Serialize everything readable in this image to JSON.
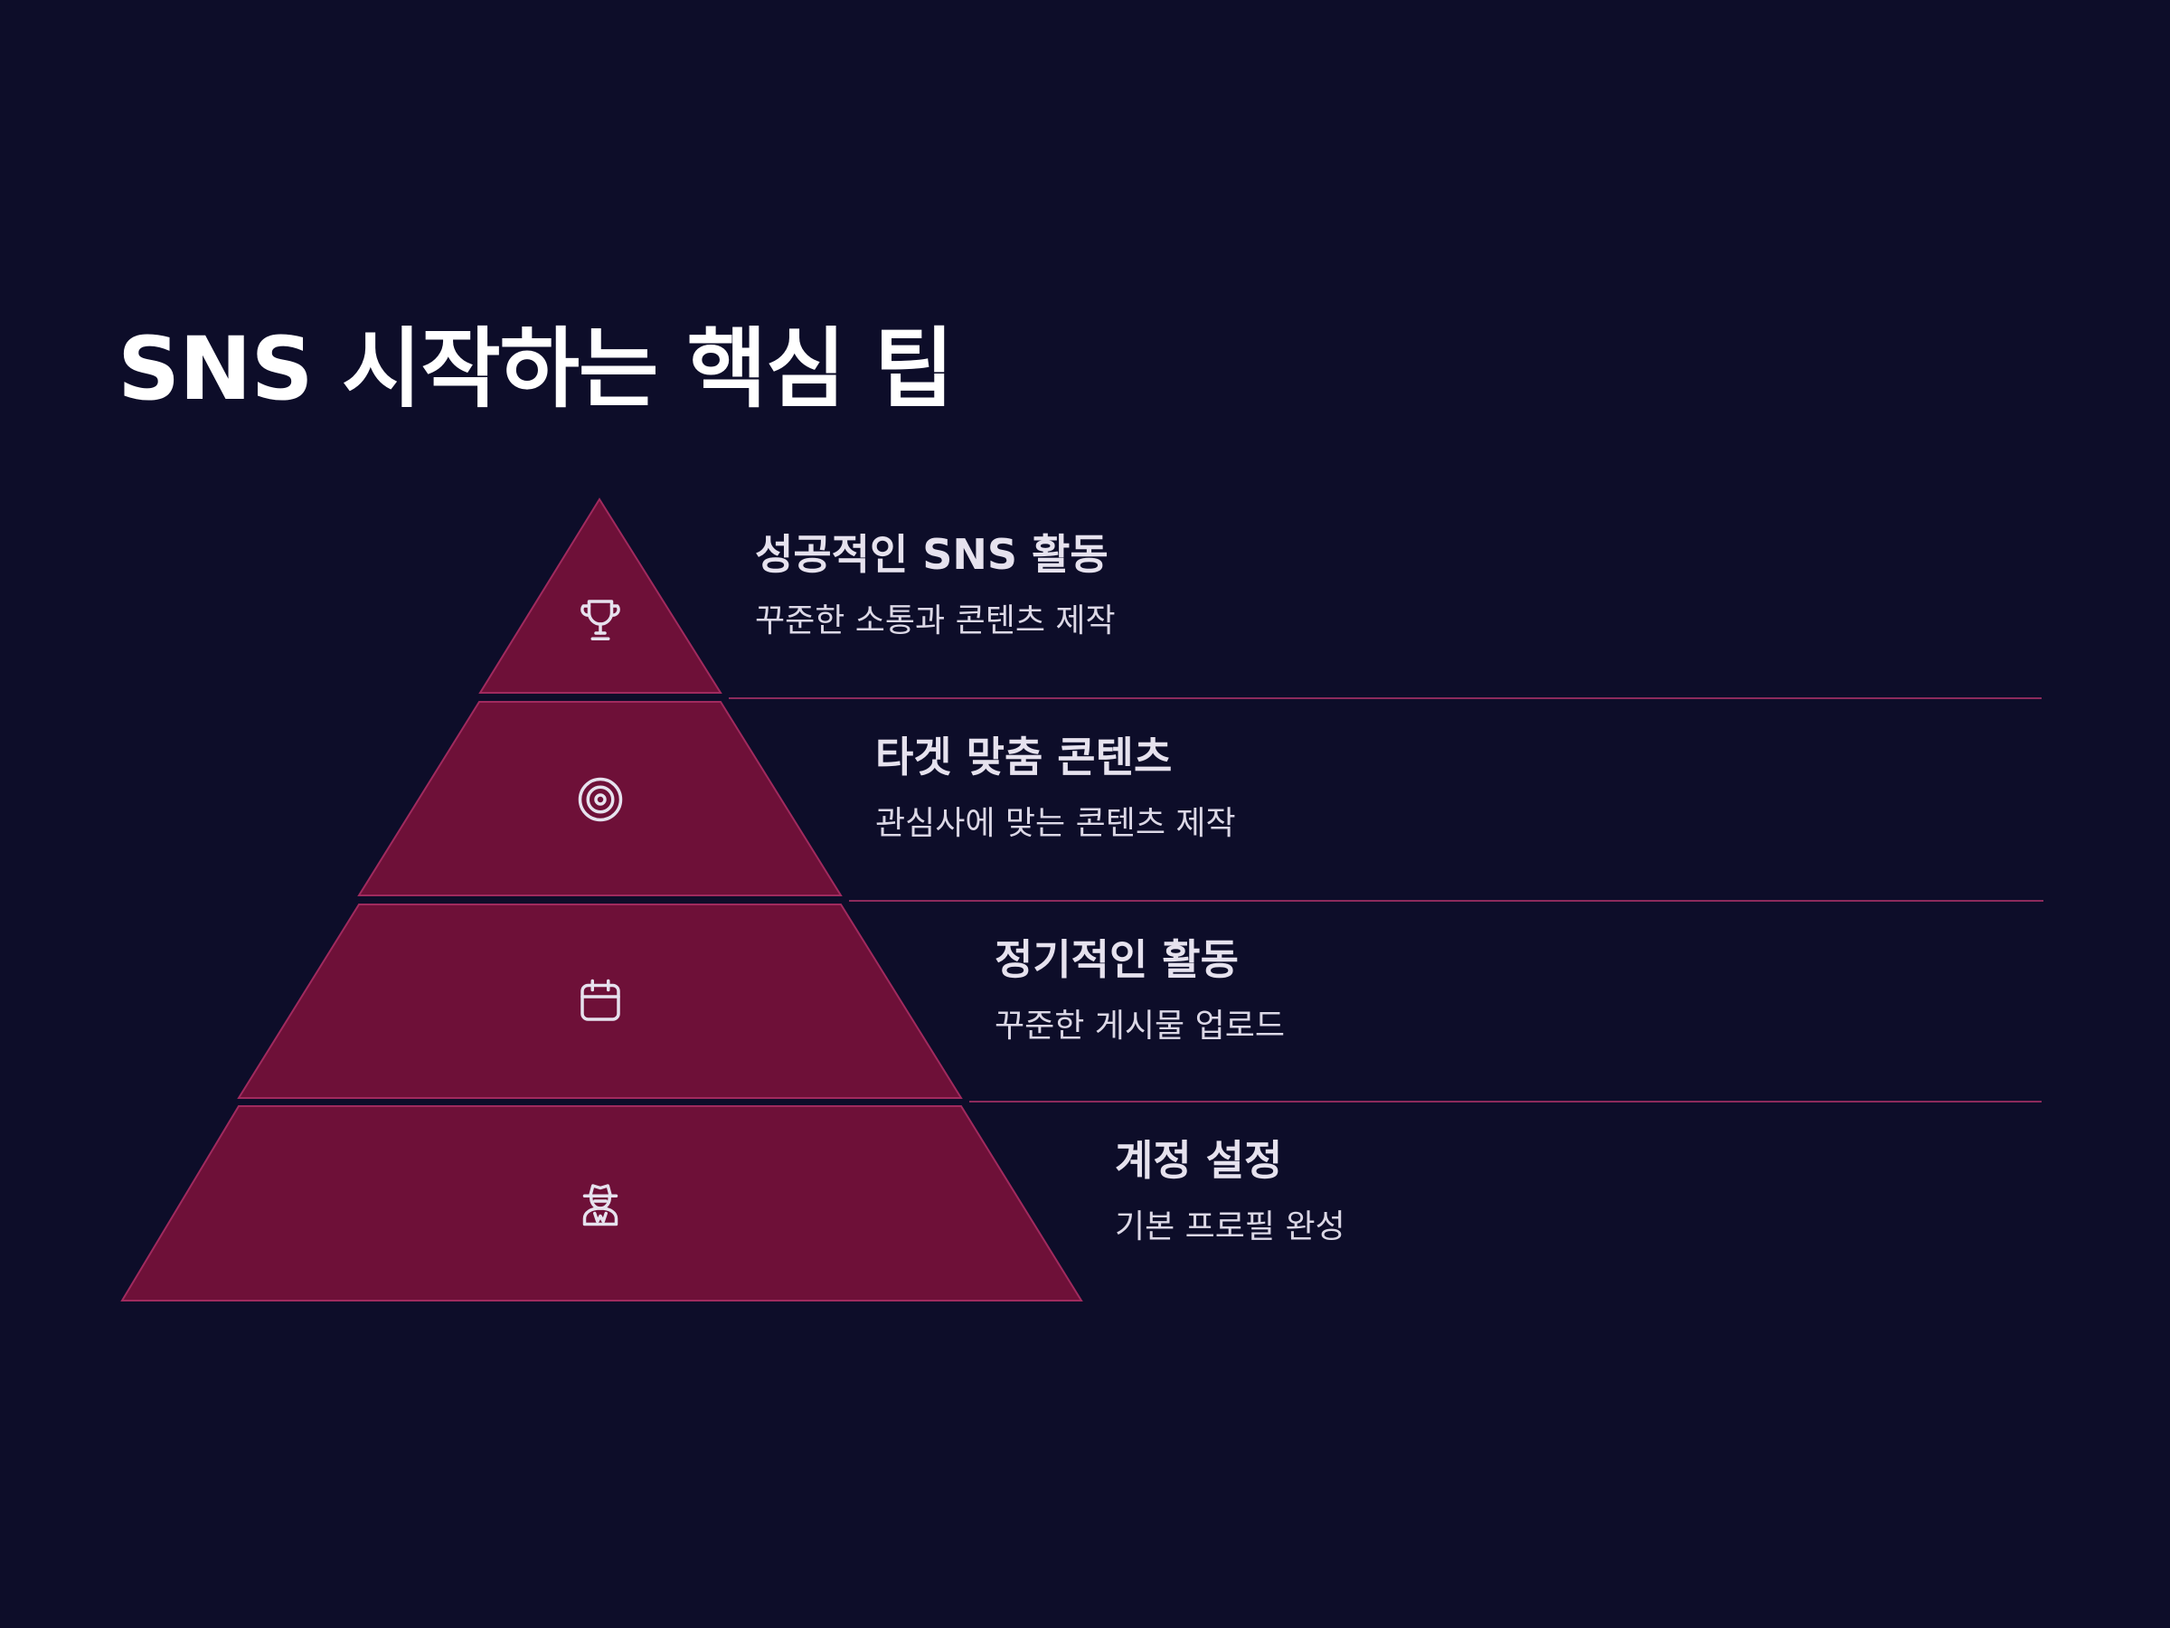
{
  "title": "SNS 시작하는 핵심 팁",
  "colors": {
    "background": "#0d0d29",
    "tier_fill": "#6e1038",
    "tier_stroke": "#a02a5e",
    "divider": "#8c2a5c",
    "text": "#e6e2ee"
  },
  "tiers": [
    {
      "heading": "성공적인 SNS 활동",
      "description": "꾸준한 소통과 콘텐츠 제작",
      "icon": "trophy-icon"
    },
    {
      "heading": "타겟 맞춤 콘텐츠",
      "description": "관심사에 맞는 콘텐츠 제작",
      "icon": "target-icon"
    },
    {
      "heading": "정기적인 활동",
      "description": "꾸준한 게시물 업로드",
      "icon": "calendar-icon"
    },
    {
      "heading": "계정 설정",
      "description": "기본 프로필 완성",
      "icon": "incognito-icon"
    }
  ]
}
